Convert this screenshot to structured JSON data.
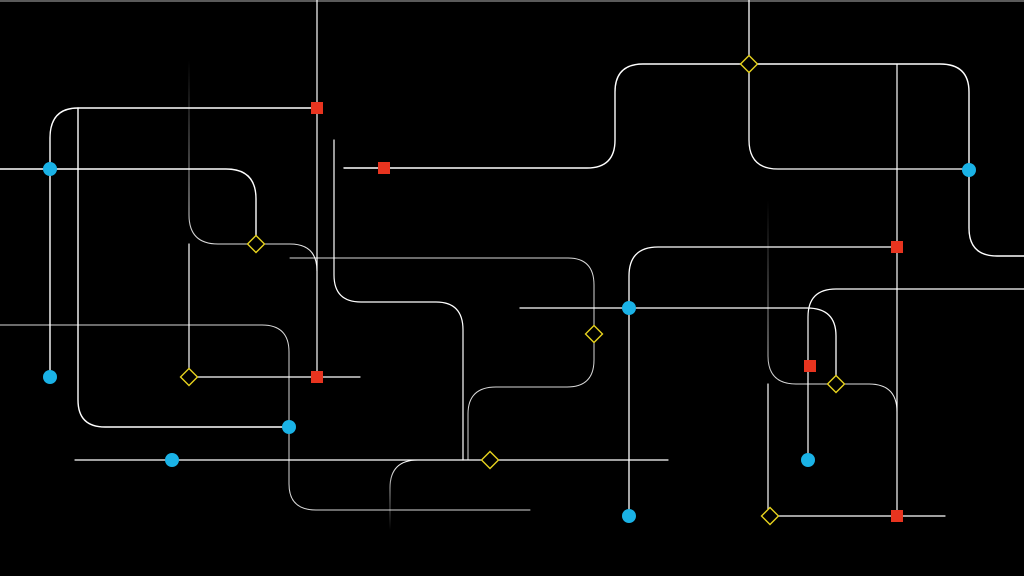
{
  "colors": {
    "background": "#000000",
    "trace": "#ffffff",
    "connector_node": "#1ab2e6",
    "terminal_node": "#e8341f",
    "via_node": "#e6d21e"
  },
  "node_types": {
    "connector": "circle",
    "terminal": "square",
    "via": "diamond-outline"
  }
}
